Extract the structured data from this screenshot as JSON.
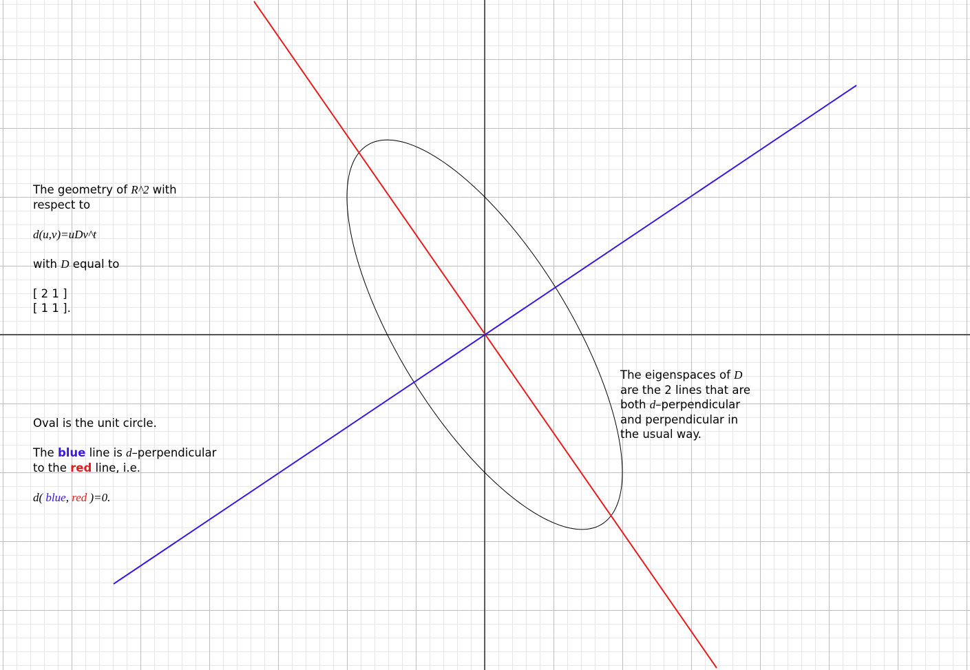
{
  "colors": {
    "background": "#ffffff",
    "grid_minor": "#e6e6e6",
    "grid_major": "#bdbdbd",
    "axis": "#000000",
    "blue_line": "#3a16e6",
    "red_line": "#e61c1c",
    "oval": "#000000"
  },
  "note_geometry": {
    "line1_a": "The geometry of ",
    "line1_math": "R^2",
    "line1_b": " with",
    "line2": "respect to",
    "formula": "d(u,v)=uDv^t",
    "with_a": "with ",
    "with_math": "D",
    "with_b": " equal to",
    "matrix_row1": "[ 2 1 ]",
    "matrix_row2": "[ 1 1 ]."
  },
  "note_oval": {
    "line1": "Oval is the unit circle.",
    "blue_a": "The ",
    "blue_word": "blue",
    "blue_b": " line is ",
    "blue_math": "d",
    "blue_c": "–perpendicular",
    "red_a": "to the ",
    "red_word": "red",
    "red_b": " line, i.e.",
    "eq_a": "d( ",
    "eq_blue": "blue",
    "eq_comma": ", ",
    "eq_red": "red",
    "eq_b": " )=0."
  },
  "note_eigen": {
    "line1_a": "The eigenspaces of ",
    "line1_math": "D",
    "line2": "are the 2 lines that are",
    "line3_a": "both ",
    "line3_math": "d",
    "line3_b": "–perpendicular",
    "line4": "and perpendicular in",
    "line5": "the usual way."
  }
}
